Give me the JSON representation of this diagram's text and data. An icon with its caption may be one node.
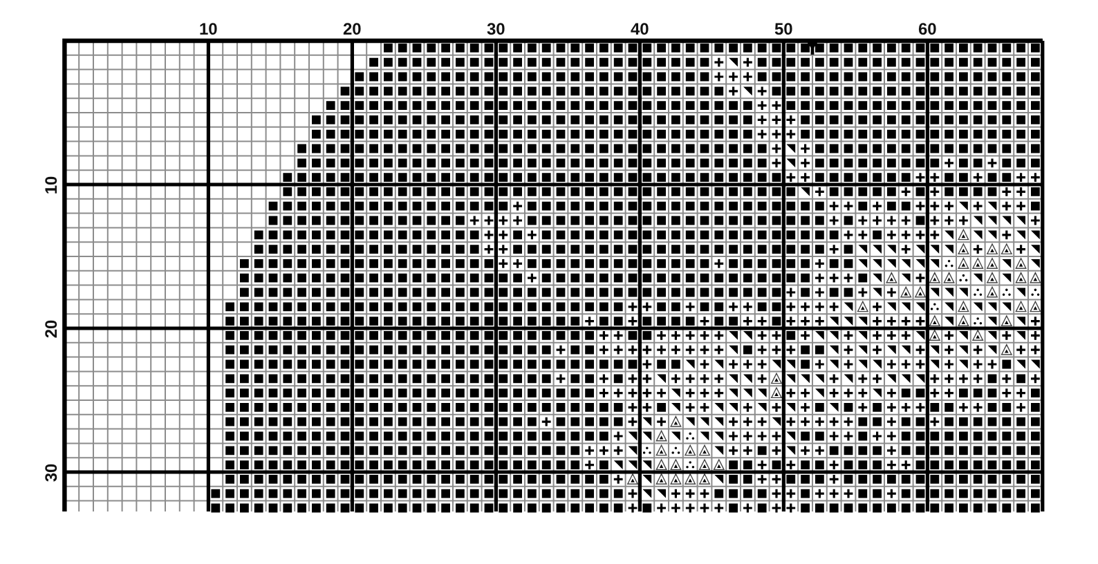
{
  "diagram": {
    "labels": [
      "10",
      "20",
      "30",
      "40",
      "50",
      "60",
      "10",
      "20",
      "30"
    ]
  }
}
